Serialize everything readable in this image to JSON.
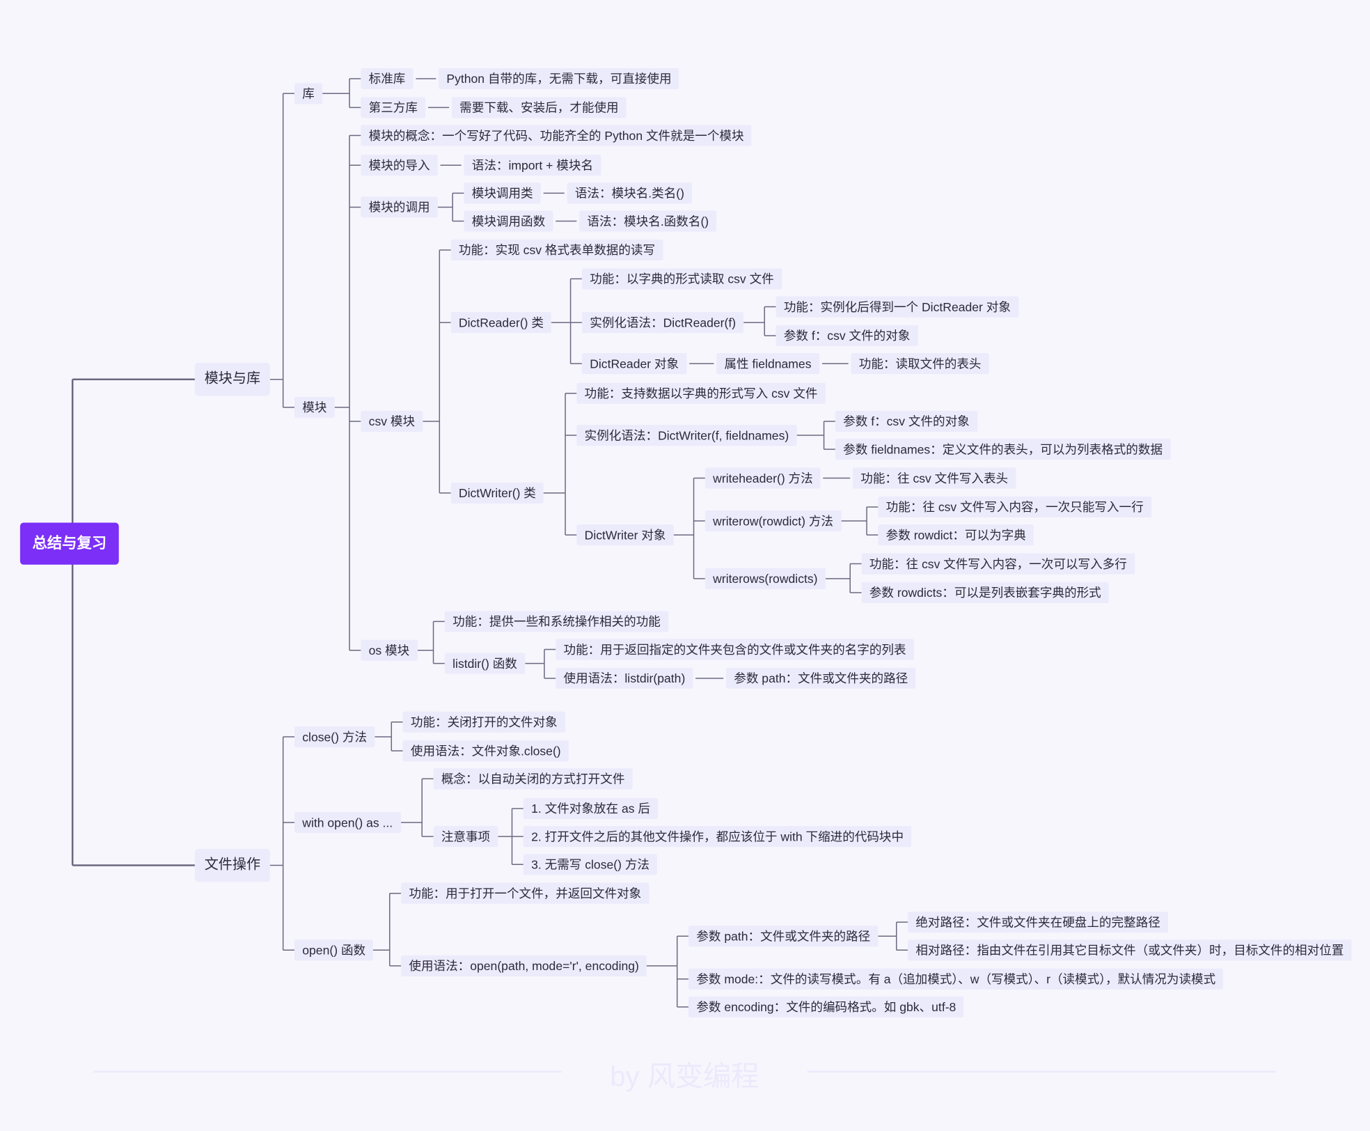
{
  "colors": {
    "root": "#7b2ff7",
    "node": "#ecebfb",
    "line": "#6b6880",
    "background": "#f7f6fd"
  },
  "root": {
    "label": "总结与复习",
    "children": [
      {
        "label": "模块与库",
        "children": [
          {
            "label": "库",
            "children": [
              {
                "label": "标准库",
                "children": [
                  {
                    "label": "Python 自带的库，无需下载，可直接使用"
                  }
                ]
              },
              {
                "label": "第三方库",
                "children": [
                  {
                    "label": "需要下载、安装后，才能使用"
                  }
                ]
              }
            ]
          },
          {
            "label": "模块",
            "children": [
              {
                "label": "模块的概念：一个写好了代码、功能齐全的 Python 文件就是一个模块"
              },
              {
                "label": "模块的导入",
                "children": [
                  {
                    "label": "语法：import + 模块名"
                  }
                ]
              },
              {
                "label": "模块的调用",
                "children": [
                  {
                    "label": "模块调用类",
                    "children": [
                      {
                        "label": "语法：模块名.类名()"
                      }
                    ]
                  },
                  {
                    "label": "模块调用函数",
                    "children": [
                      {
                        "label": "语法：模块名.函数名()"
                      }
                    ]
                  }
                ]
              },
              {
                "label": "csv 模块",
                "children": [
                  {
                    "label": "功能：实现 csv 格式表单数据的读写"
                  },
                  {
                    "label": "DictReader() 类",
                    "children": [
                      {
                        "label": "功能：以字典的形式读取 csv 文件"
                      },
                      {
                        "label": "实例化语法：DictReader(f)",
                        "children": [
                          {
                            "label": "功能：实例化后得到一个 DictReader 对象"
                          },
                          {
                            "label": "参数 f：csv 文件的对象"
                          }
                        ]
                      },
                      {
                        "label": "DictReader 对象",
                        "children": [
                          {
                            "label": "属性 fieldnames",
                            "children": [
                              {
                                "label": "功能：读取文件的表头"
                              }
                            ]
                          }
                        ]
                      }
                    ]
                  },
                  {
                    "label": "DictWriter() 类",
                    "children": [
                      {
                        "label": "功能：支持数据以字典的形式写入 csv 文件"
                      },
                      {
                        "label": "实例化语法：DictWriter(f, fieldnames)",
                        "children": [
                          {
                            "label": "参数 f：csv 文件的对象"
                          },
                          {
                            "label": "参数 fieldnames：定义文件的表头，可以为列表格式的数据"
                          }
                        ]
                      },
                      {
                        "label": "DictWriter 对象",
                        "children": [
                          {
                            "label": "writeheader() 方法",
                            "children": [
                              {
                                "label": "功能：往 csv 文件写入表头"
                              }
                            ]
                          },
                          {
                            "label": "writerow(rowdict) 方法",
                            "children": [
                              {
                                "label": "功能：往 csv 文件写入内容，一次只能写入一行"
                              },
                              {
                                "label": "参数 rowdict：可以为字典"
                              }
                            ]
                          },
                          {
                            "label": "writerows(rowdicts)",
                            "children": [
                              {
                                "label": "功能：往 csv 文件写入内容，一次可以写入多行"
                              },
                              {
                                "label": "参数 rowdicts：可以是列表嵌套字典的形式"
                              }
                            ]
                          }
                        ]
                      }
                    ]
                  }
                ]
              },
              {
                "label": "os 模块",
                "children": [
                  {
                    "label": "功能：提供一些和系统操作相关的功能"
                  },
                  {
                    "label": "listdir() 函数",
                    "children": [
                      {
                        "label": "功能：用于返回指定的文件夹包含的文件或文件夹的名字的列表"
                      },
                      {
                        "label": "使用语法：listdir(path)",
                        "children": [
                          {
                            "label": "参数 path：文件或文件夹的路径"
                          }
                        ]
                      }
                    ]
                  }
                ]
              }
            ]
          }
        ]
      },
      {
        "label": "文件操作",
        "children": [
          {
            "label": "close() 方法",
            "children": [
              {
                "label": "功能：关闭打开的文件对象"
              },
              {
                "label": "使用语法：文件对象.close()"
              }
            ]
          },
          {
            "label": "with open() as ...",
            "children": [
              {
                "label": "概念：以自动关闭的方式打开文件"
              },
              {
                "label": "注意事项",
                "children": [
                  {
                    "label": "1. 文件对象放在 as 后"
                  },
                  {
                    "label": "2. 打开文件之后的其他文件操作，都应该位于 with 下缩进的代码块中"
                  },
                  {
                    "label": "3. 无需写 close() 方法"
                  }
                ]
              }
            ]
          },
          {
            "label": "open() 函数",
            "children": [
              {
                "label": "功能：用于打开一个文件，并返回文件对象"
              },
              {
                "label": "使用语法：open(path, mode='r', encoding)",
                "children": [
                  {
                    "label": "参数 path：文件或文件夹的路径",
                    "children": [
                      {
                        "label": "绝对路径：文件或文件夹在硬盘上的完整路径"
                      },
                      {
                        "label": "相对路径：指由文件在引用其它目标文件（或文件夹）时，目标文件的相对位置"
                      }
                    ]
                  },
                  {
                    "label": "参数 mode:：文件的读写模式。有 a（追加模式）、w（写模式）、r（读模式），默认情况为读模式"
                  },
                  {
                    "label": "参数 encoding：文件的编码格式。如 gbk、utf-8"
                  }
                ]
              }
            ]
          }
        ]
      }
    ]
  },
  "watermark": "by 风变编程"
}
